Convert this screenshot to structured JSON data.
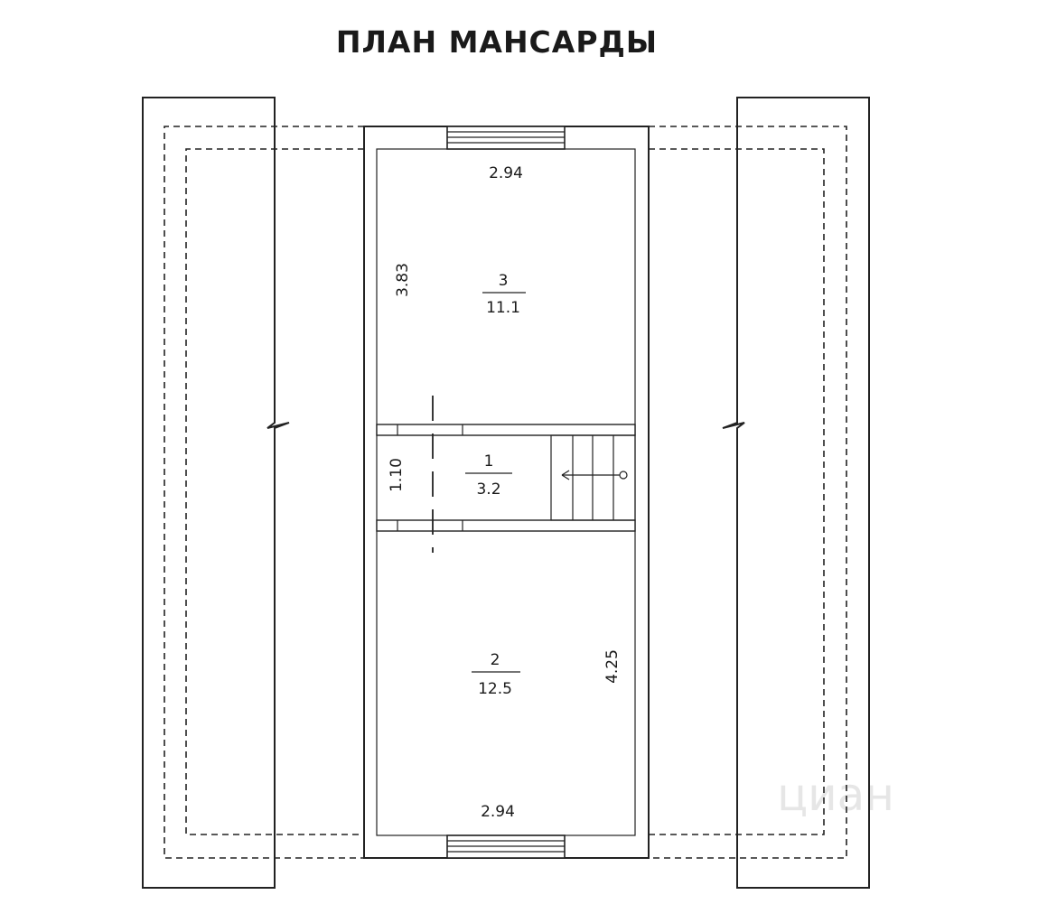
{
  "title": "ПЛАН МАНСАРДЫ",
  "rooms": [
    {
      "number": "3",
      "area": "11.1",
      "width": "2.94",
      "length": "3.83"
    },
    {
      "number": "1",
      "area": "3.2",
      "length": "1.10"
    },
    {
      "number": "2",
      "area": "12.5",
      "width": "2.94",
      "length": "4.25"
    }
  ],
  "watermark": "циан"
}
